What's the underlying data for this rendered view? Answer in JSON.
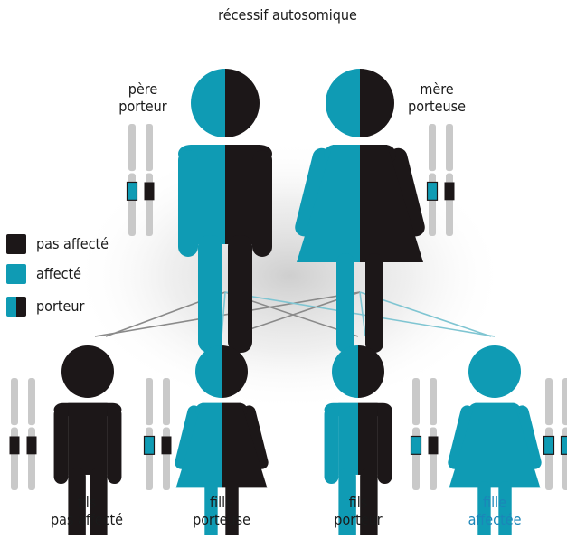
{
  "title": "récessif autosomique",
  "colors": {
    "affected": "#0f9bb4",
    "unaffected": "#1c1718",
    "chromosome": "#c9c9c9",
    "label_highlight": "#1b86b8",
    "line_affected": "#7fc5d2",
    "line_unaffected": "#8a8a8a"
  },
  "legend": [
    {
      "label": "pas affecté",
      "status": "unaffected"
    },
    {
      "label": "affecté",
      "status": "affected"
    },
    {
      "label": "porteur",
      "status": "carrier"
    }
  ],
  "parents": [
    {
      "role": "father",
      "label_line1": "père",
      "label_line2": "porteur",
      "status": "carrier",
      "alleles": [
        "affected",
        "unaffected"
      ]
    },
    {
      "role": "mother",
      "label_line1": "mère",
      "label_line2": "porteuse",
      "status": "carrier",
      "alleles": [
        "affected",
        "unaffected"
      ]
    }
  ],
  "children": [
    {
      "sex": "male",
      "label_line1": "fils",
      "label_line2": "pas affecté",
      "status": "unaffected",
      "alleles": [
        "unaffected",
        "unaffected"
      ]
    },
    {
      "sex": "female",
      "label_line1": "fille",
      "label_line2": "porteuse",
      "status": "carrier",
      "alleles": [
        "affected",
        "unaffected"
      ]
    },
    {
      "sex": "male",
      "label_line1": "fils",
      "label_line2": "porteur",
      "status": "carrier",
      "alleles": [
        "affected",
        "unaffected"
      ]
    },
    {
      "sex": "female",
      "label_line1": "fille",
      "label_line2": "affectée",
      "status": "affected",
      "alleles": [
        "affected",
        "affected"
      ],
      "highlight": true
    }
  ]
}
